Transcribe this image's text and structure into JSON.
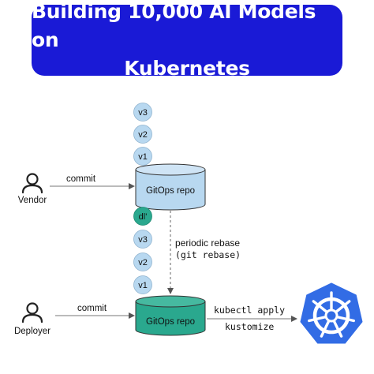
{
  "title": {
    "line1": "Building 10,000 AI Models on",
    "line2": "Kubernetes"
  },
  "colors": {
    "banner": "#1a1ad6",
    "light_blue": "#b8d8f0",
    "teal": "#2aa88e",
    "k8s_blue": "#326ce5"
  },
  "actors": {
    "vendor": "Vendor",
    "deployer": "Deployer"
  },
  "repos": {
    "top": "GitOps repo",
    "bottom": "GitOps repo"
  },
  "top_versions": [
    "v3",
    "v2",
    "v1"
  ],
  "bottom_versions": [
    "dl'",
    "v3",
    "v2",
    "v1"
  ],
  "edges": {
    "vendor_commit": "commit",
    "deployer_commit": "commit",
    "rebase_line1": "periodic rebase",
    "rebase_line2": "(git rebase)",
    "apply_line1": "kubectl apply",
    "apply_line2": "kustomize"
  },
  "icons": {
    "vendor": "person-icon",
    "deployer": "person-icon",
    "kubernetes": "kubernetes-logo"
  }
}
